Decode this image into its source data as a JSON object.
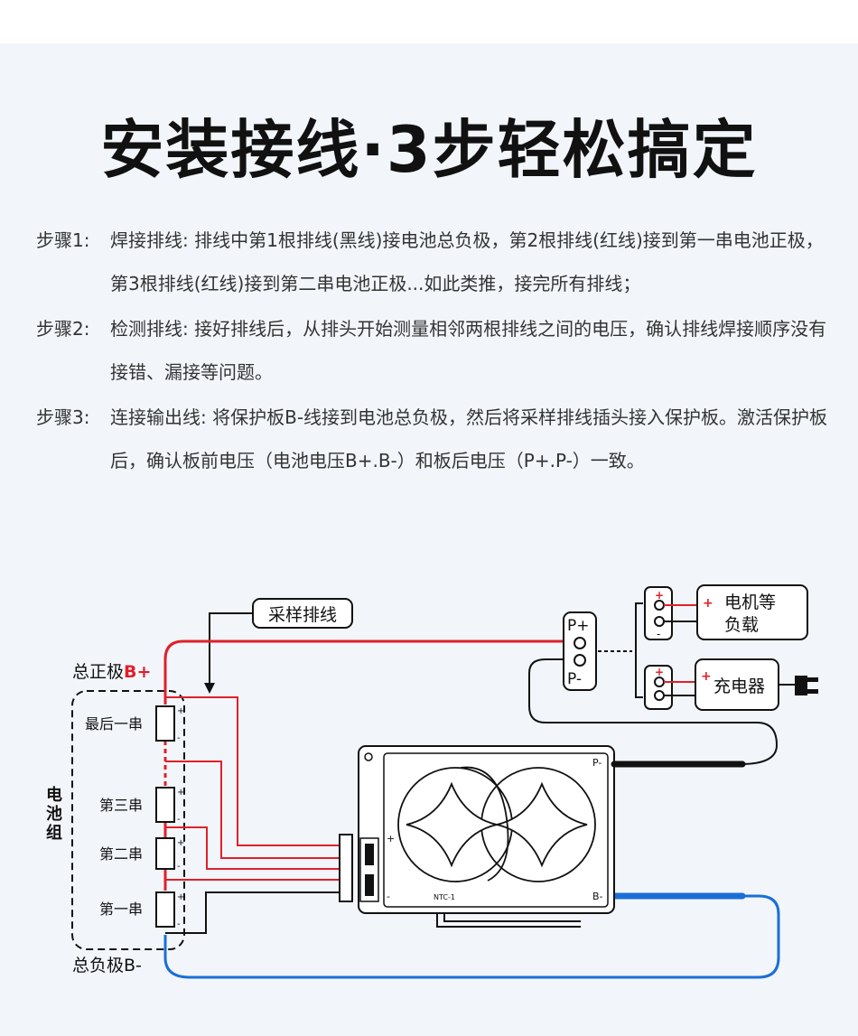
{
  "title": "安装接线·3步轻松搞定",
  "steps": [
    {
      "label": "步骤1:",
      "heading": "焊接排线:",
      "text": "排线中第1根排线(黑线)接电池总负极，第2根排线(红线)接到第一串电池正极，第3根排线(红线)接到第二串电池正极...如此类推，接完所有排线；"
    },
    {
      "label": "步骤2:",
      "heading": "检测排线:",
      "text": "接好排线后，从排头开始测量相邻两根排线之间的电压，确认排线焊接顺序没有接错、漏接等问题。"
    },
    {
      "label": "步骤3:",
      "heading": "连接输出线:",
      "text": "将保护板B-线接到电池总负极，然后将采样排线插头接入保护板。激活保护板后，确认板前电压（电池电压B+.B-）和板后电压（P+.P-）一致。"
    }
  ],
  "diagram": {
    "sampling_cable": "采样排线",
    "total_positive": "总正极",
    "b_plus": "B+",
    "total_negative": "总负极B-",
    "battery_pack": [
      "电",
      "池",
      "组"
    ],
    "cells": [
      "最后一串",
      "第三串",
      "第二串",
      "第一串"
    ],
    "p_plus": "P+",
    "p_minus": "P-",
    "load_line1": "电机等",
    "load_line2": "负载",
    "charger": "充电器",
    "board_p_minus": "P-",
    "board_b_minus": "B-",
    "board_plus": "+",
    "board_minus": "-",
    "ntc": "NTC-1",
    "plus_sign": "+",
    "minus_sign": "-",
    "colors": {
      "red": "#e0202a",
      "blue": "#1a6fd6",
      "black": "#111111",
      "accent": "#e0202a"
    }
  }
}
